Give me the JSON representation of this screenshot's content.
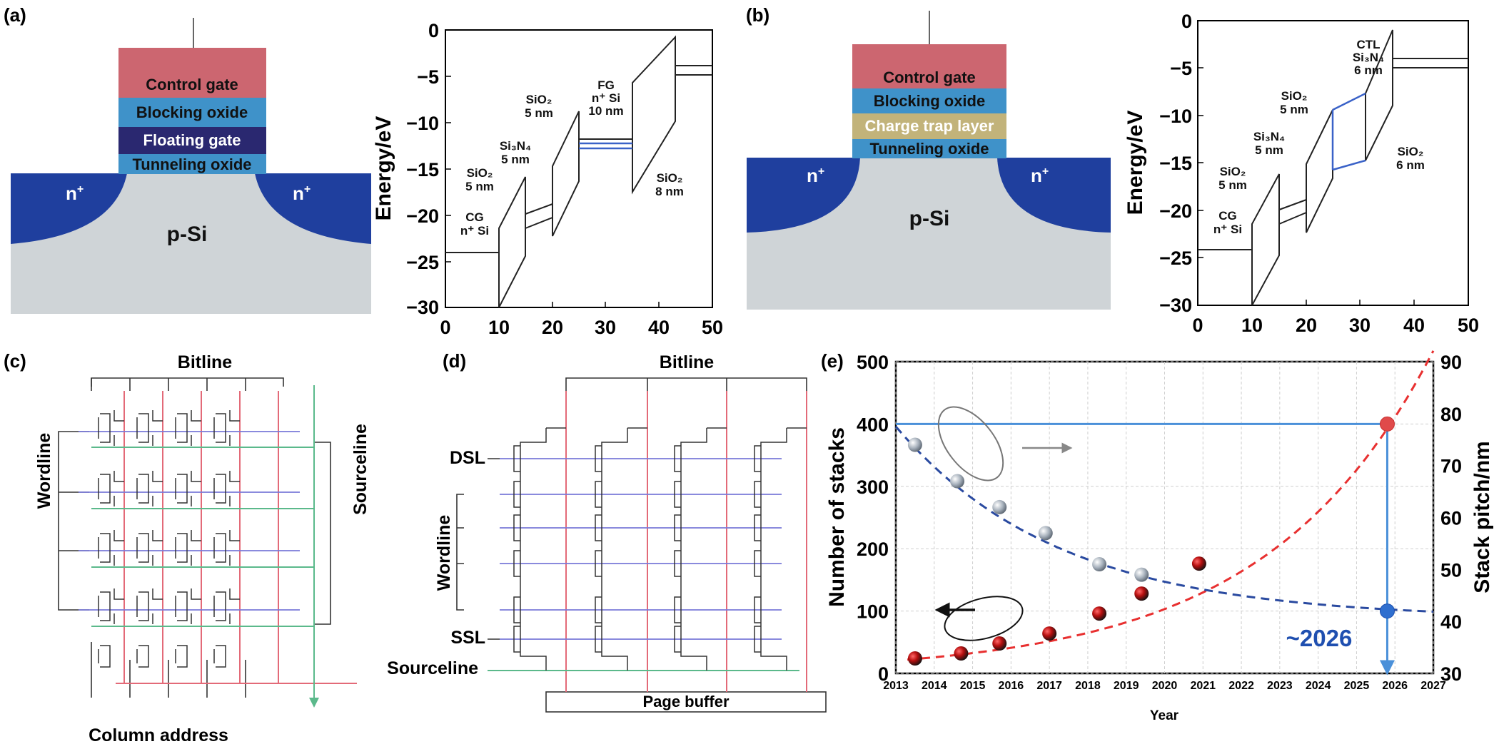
{
  "panel_labels": [
    "(a)",
    "(b)",
    "(c)",
    "(d)",
    "(e)"
  ],
  "device_a": {
    "layers": [
      "Control gate",
      "Blocking oxide",
      "Floating gate",
      "Tunneling oxide"
    ],
    "n_plus": "n",
    "plus_sup": "+",
    "substrate": "p-Si"
  },
  "device_b": {
    "layers": [
      "Control gate",
      "Blocking oxide",
      "Charge trap layer",
      "Tunneling oxide"
    ],
    "n_plus": "n",
    "plus_sup": "+",
    "substrate": "p-Si"
  },
  "band_a": {
    "ylabel": "Energy/eV",
    "yticks": [
      "0",
      "−5",
      "−10",
      "−15",
      "−20",
      "−25",
      "−30"
    ],
    "xticks": [
      "0",
      "10",
      "20",
      "30",
      "40",
      "50"
    ],
    "labels": [
      [
        "CG",
        "n⁺ Si"
      ],
      [
        "SiO₂",
        "5 nm"
      ],
      [
        "Si₃N₄",
        "5 nm"
      ],
      [
        "SiO₂",
        "5 nm"
      ],
      [
        "FG",
        "n⁺ Si",
        "10 nm"
      ],
      [
        "SiO₂",
        "8 nm"
      ]
    ]
  },
  "band_b": {
    "ylabel": "Energy/eV",
    "yticks": [
      "0",
      "−5",
      "−10",
      "−15",
      "−20",
      "−25",
      "−30"
    ],
    "xticks": [
      "0",
      "10",
      "20",
      "30",
      "40",
      "50"
    ],
    "labels": [
      [
        "CG",
        "n⁺ Si"
      ],
      [
        "SiO₂",
        "5 nm"
      ],
      [
        "Si₃N₄",
        "5 nm"
      ],
      [
        "SiO₂",
        "5 nm"
      ],
      [
        "CTL",
        "Si₃N₄",
        "6 nm"
      ],
      [
        "SiO₂",
        "6 nm"
      ]
    ]
  },
  "nor_array": {
    "bitline": "Bitline",
    "wordline": "Wordline",
    "sourceline": "Sourceline",
    "column_address": "Column address"
  },
  "nand_array": {
    "bitline": "Bitline",
    "dsl": "DSL",
    "wordline": "Wordline",
    "ssl": "SSL",
    "sourceline": "Sourceline",
    "page_buffer": "Page buffer"
  },
  "chart_data": {
    "type": "scatter",
    "xlabel": "Year",
    "ylabel_left": "Number of stacks",
    "ylabel_right": "Stack pitch/nm",
    "annotation": "~2026",
    "x_ticks": [
      2013,
      2014,
      2015,
      2016,
      2017,
      2018,
      2019,
      2020,
      2021,
      2022,
      2023,
      2024,
      2025,
      2026,
      2027
    ],
    "xlim": [
      2013,
      2027
    ],
    "ylim_left": [
      0,
      500
    ],
    "ylim_right": [
      30,
      90
    ],
    "left_ticks": [
      0,
      100,
      200,
      300,
      400,
      500
    ],
    "right_ticks": [
      30,
      40,
      50,
      60,
      70,
      80,
      90
    ],
    "grid": true,
    "series": [
      {
        "axis": "left",
        "values": [
          [
            2013.5,
            24
          ],
          [
            2014.7,
            32
          ],
          [
            2015.7,
            48
          ],
          [
            2017.0,
            64
          ],
          [
            2018.3,
            96
          ],
          [
            2019.4,
            128
          ],
          [
            2020.9,
            176
          ]
        ],
        "color": "#c81818"
      },
      {
        "axis": "right",
        "values": [
          [
            2013.5,
            74
          ],
          [
            2014.6,
            67
          ],
          [
            2015.7,
            62
          ],
          [
            2016.9,
            57
          ],
          [
            2018.3,
            51
          ],
          [
            2019.4,
            49
          ]
        ],
        "color": "#9aa6b2"
      },
      {
        "axis": "left",
        "values": [
          [
            2025.8,
            400
          ],
          [
            2025.8,
            100
          ]
        ],
        "color": "#2f6fcf"
      }
    ],
    "trend_left_color": "#e83030",
    "trend_right_color": "#2a4aa0",
    "guide_color": "#4a90d9"
  }
}
